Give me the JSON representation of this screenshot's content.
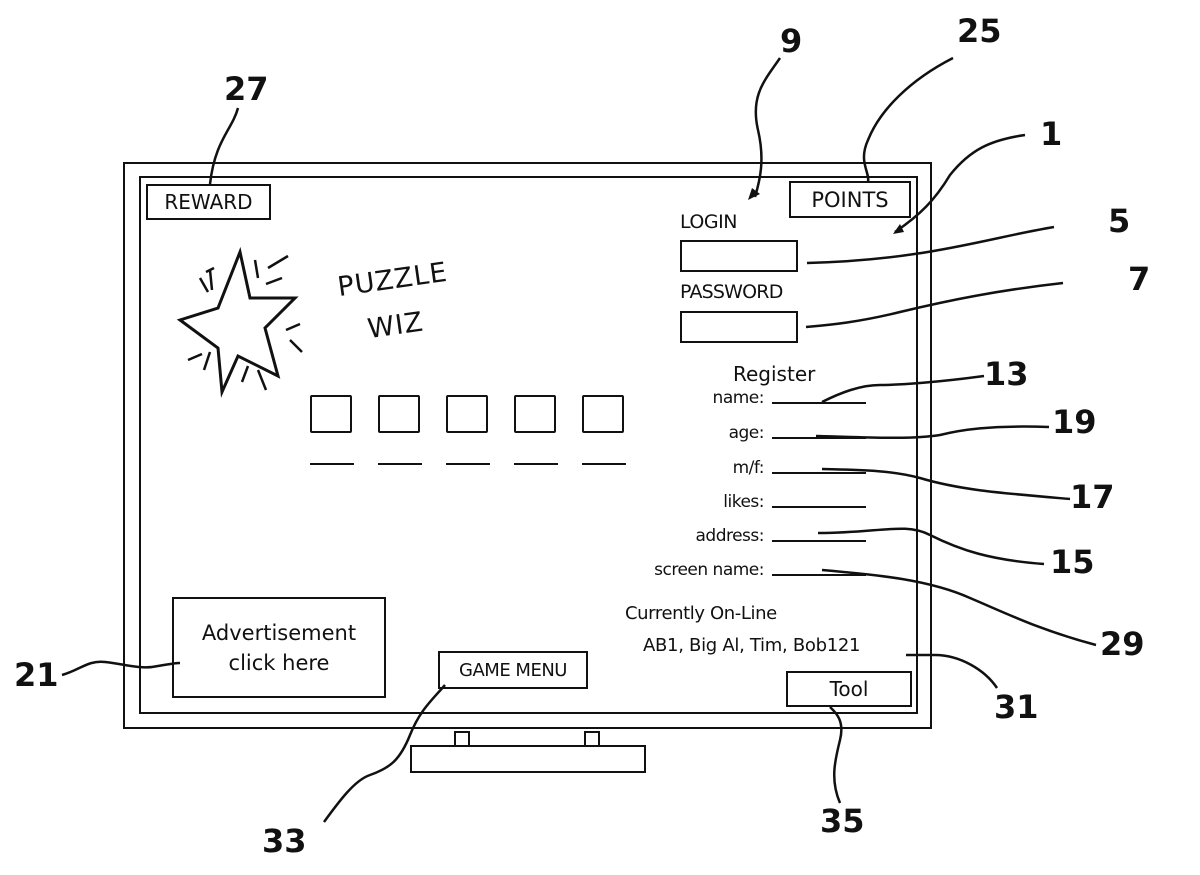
{
  "figure": {
    "type": "patent-drawing",
    "subject": "game screen on display monitor"
  },
  "screen": {
    "reward_button": "REWARD",
    "points_button": "POINTS",
    "game_title_line1": "PUZZLE",
    "game_title_line2": "WIZ",
    "puzzle_tiles_count": 5,
    "login": {
      "login_label": "LOGIN",
      "login_value": "",
      "password_label": "PASSWORD",
      "password_value": ""
    },
    "register": {
      "heading": "Register",
      "fields": [
        {
          "label": "name:",
          "value": ""
        },
        {
          "label": "age:",
          "value": ""
        },
        {
          "label": "m/f:",
          "value": ""
        },
        {
          "label": "likes:",
          "value": ""
        },
        {
          "label": "address:",
          "value": ""
        },
        {
          "label": "screen name:",
          "value": ""
        }
      ]
    },
    "online": {
      "heading": "Currently On-Line",
      "users": "AB1, Big Al, Tim, Bob121"
    },
    "advertisement": {
      "line1": "Advertisement",
      "line2": "click here"
    },
    "game_menu_button": "GAME MENU",
    "tool_button": "Tool"
  },
  "reference_numerals": {
    "monitor": "1",
    "login_field": "5",
    "password_field": "7",
    "login_area": "9",
    "name_field": "13",
    "address_field": "15",
    "gender_field": "17",
    "age_field": "19",
    "advertisement": "21",
    "points": "25",
    "reward": "27",
    "screen_name_field": "29",
    "online_list": "31",
    "game_menu": "33",
    "tool": "35"
  }
}
